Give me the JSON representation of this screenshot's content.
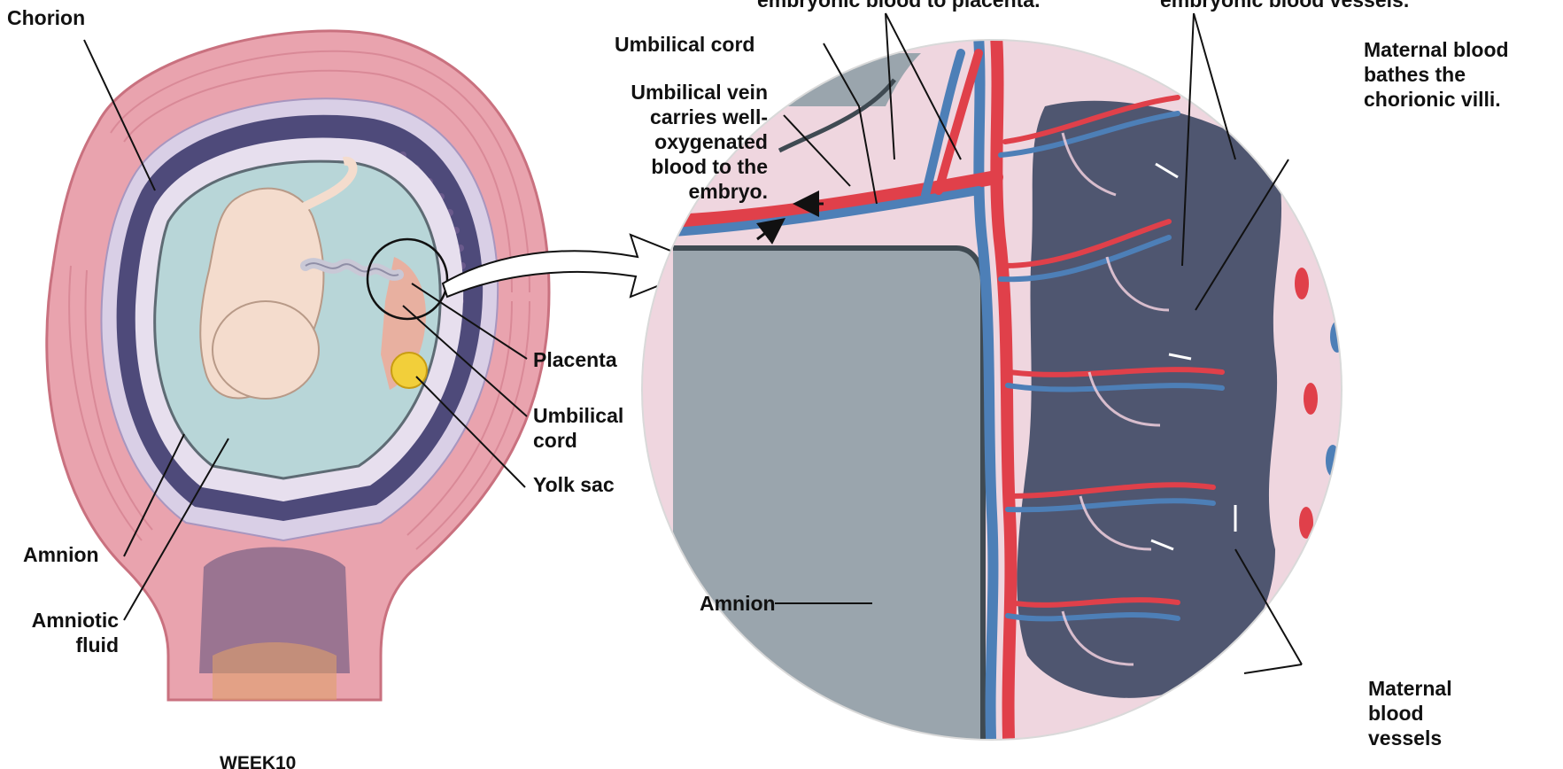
{
  "left_panel": {
    "caption": "WEEK10",
    "labels": {
      "chorion": [
        "Chorion"
      ],
      "placenta": [
        "Placenta"
      ],
      "umbilical_cord": [
        "Umbilical",
        "cord"
      ],
      "yolk_sac": [
        "Yolk sac"
      ],
      "amnion": [
        "Amnion"
      ],
      "amniotic_fluid": [
        "Amniotic",
        "fluid"
      ]
    }
  },
  "right_panel": {
    "labels": {
      "top_partial_left": [
        "embryonic blood to placenta."
      ],
      "top_partial_right": [
        "embryonic blood vessels."
      ],
      "umbilical_cord": [
        "Umbilical cord"
      ],
      "umbilical_vein": [
        "Umbilical vein",
        "carries well-",
        "oxygenated",
        "blood to the",
        "embryo."
      ],
      "maternal_blood": [
        "Maternal blood",
        "bathes the",
        "chorionic villi."
      ],
      "amnion": [
        "Amnion"
      ],
      "maternal_vessels": [
        "Maternal",
        "blood",
        "vessels"
      ]
    }
  },
  "colors": {
    "uterus_wall": "#e9a3ae",
    "muscle_line": "#d37f8e",
    "chorion_band": "#4e4a7a",
    "amniotic_fluid": "#b8d6d8",
    "embryo": "#f4dccd",
    "yolk_sac": "#f2cf3a",
    "artery_red": "#e0404a",
    "vein_blue": "#4d7fb7",
    "maternal_space": "#4f5670",
    "maternal_tissue": "#efd6df",
    "amnion_gray": "#9aa5ad"
  }
}
